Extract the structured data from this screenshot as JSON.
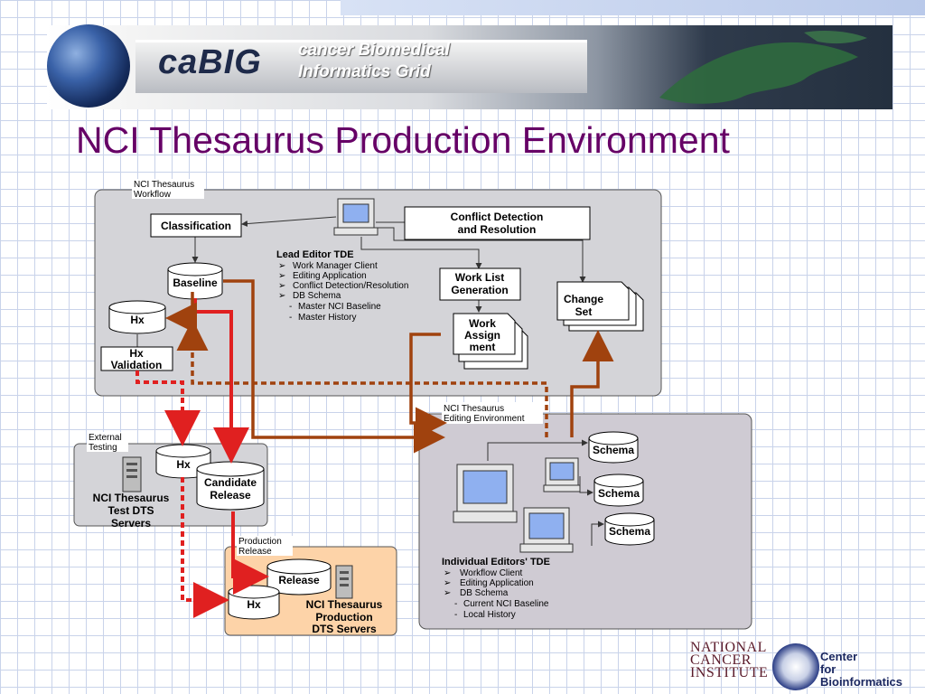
{
  "banner": {
    "brand": "caBIG",
    "tagline_line1": "cancer Biomedical",
    "tagline_line2": "Informatics Grid"
  },
  "title": "NCI Thesaurus Production Environment",
  "workflow": {
    "label_line1": "NCI Thesaurus",
    "label_line2": "Workflow",
    "classification": "Classification",
    "baseline": "Baseline",
    "hx": "Hx",
    "hx_validation_line1": "Hx",
    "hx_validation_line2": "Validation",
    "conflict_line1": "Conflict Detection",
    "conflict_line2": "and Resolution",
    "lead_editor_title": "Lead Editor TDE",
    "lead_editor_items": [
      "Work Manager Client",
      "Editing Application",
      "Conflict Detection/Resolution",
      "DB Schema"
    ],
    "lead_editor_subitems": [
      "Master NCI Baseline",
      "Master History"
    ],
    "work_list_line1": "Work List",
    "work_list_line2": "Generation",
    "work_assign_line1": "Work",
    "work_assign_line2": "Assign",
    "work_assign_line3": "ment",
    "change_set_line1": "Change",
    "change_set_line2": "Set"
  },
  "testing": {
    "label_line1": "External",
    "label_line2": "Testing",
    "hx": "Hx",
    "candidate_line1": "Candidate",
    "candidate_line2": "Release",
    "servers_line1": "NCI Thesaurus",
    "servers_line2": "Test DTS",
    "servers_line3": "Servers"
  },
  "production": {
    "label_line1": "Production",
    "label_line2": "Release",
    "release": "Release",
    "hx": "Hx",
    "servers_line1": "NCI Thesaurus",
    "servers_line2": "Production",
    "servers_line3": "DTS Servers"
  },
  "editing": {
    "label_line1": "NCI Thesaurus",
    "label_line2": "Editing Environment",
    "schema_1": "Schema",
    "schema_2": "Schema",
    "schema_3": "Schema",
    "editors_title": "Individual Editors' TDE",
    "editors_items": [
      "Workflow Client",
      "Editing Application",
      "DB Schema"
    ],
    "editors_subitems": [
      "Current NCI Baseline",
      "Local History"
    ]
  },
  "footer": {
    "nci_line1": "NATIONAL",
    "nci_line2": "CANCER",
    "nci_line3": "INSTITUTE",
    "cbi_line1": "Center",
    "cbi_line2": "for",
    "cbi_line3": "Bioinformatics"
  },
  "colors": {
    "title": "#660066",
    "panel_gray": "#d4d4d8",
    "panel_orange": "#fdd3a8",
    "arrow_red": "#e02020",
    "arrow_brown": "#a0420e"
  }
}
